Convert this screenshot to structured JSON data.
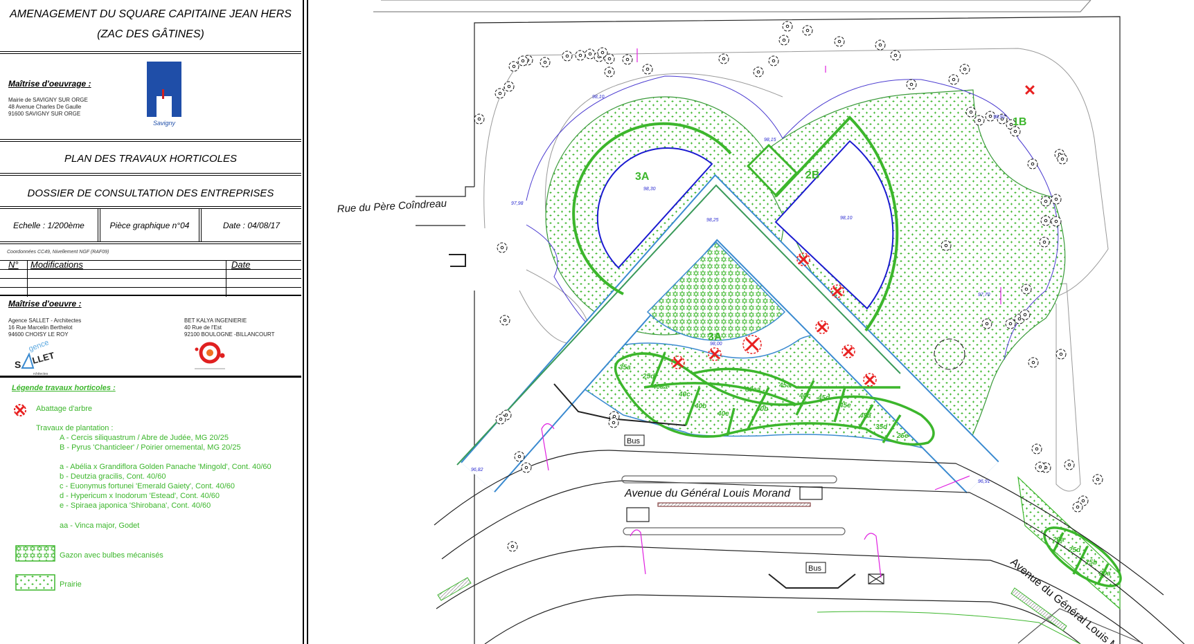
{
  "title_block": {
    "title_line1": "AMENAGEMENT DU SQUARE CAPITAINE JEAN HERS",
    "title_line2": "(ZAC DES GÂTINES)",
    "maitrise_ouvrage": {
      "heading": "Maîtrise d'oeuvrage :",
      "lines": [
        "Mairie de SAVIGNY SUR ORGE",
        "48 Avenue Charles De Gaulle",
        "91600 SAVIGNY SUR ORGE"
      ],
      "logo_text": "Savigny"
    },
    "plan_title": "PLAN DES TRAVAUX HORTICOLES",
    "dossier": "DOSSIER DE CONSULTATION DES ENTREPRISES",
    "echelle": "Echelle : 1/200ème",
    "piece": "Pièce graphique n°04",
    "date": "Date : 04/08/17",
    "coordinates": "Coordonnées CC49, Nivellement NGF (RAF09)",
    "modifications": {
      "col_no": "N°",
      "col_mod": "Modifications",
      "col_date": "Date"
    },
    "maitrise_oeuvre": {
      "heading": "Maîtrise d'oeuvre :",
      "agency": [
        "Agence SALLET - Architectes",
        "16 Rue Marcelin Berthelot",
        "94600 CHOISY LE ROY"
      ],
      "bet": [
        "BET KALYA INGENIERIE",
        "40 Rue de l'Est",
        "92100 BOULOGNE -BILLANCOURT"
      ],
      "agency_logo": "Agence SALLET Architectes",
      "bet_logo": "KALYA INGENIERIE"
    }
  },
  "legend": {
    "heading": "Légende travaux horticoles :",
    "abattage": "Abattage d'arbre",
    "plantation_heading": "Travaux de plantation :",
    "trees": [
      "A - Cercis siliquastrum / Abre de Judée, MG 20/25",
      "B - Pyrus 'Chanticleer' / Poirier ornemental, MG 20/25"
    ],
    "shrubs": [
      "a - Abélia x Grandiflora Golden Panache 'Mingold', Cont. 40/60",
      "b - Deutzia gracilis, Cont. 40/60",
      "c - Euonymus fortunei 'Emerald Gaiety', Cont. 40/60",
      "d - Hypericum x Inodorum 'Estead', Cont. 40/60",
      "e - Spiraea japonica 'Shirobana', Cont. 40/60"
    ],
    "vinca": "aa - Vinca major, Godet",
    "gazon": "Gazon avec bulbes mécanisés",
    "prairie": "Prairie"
  },
  "map": {
    "roads": [
      "Rue du Père Coîndreau",
      "Avenue du Général Louis Morand",
      "Avenue du Général Louis M"
    ],
    "zones": [
      "3A",
      "2B",
      "1B",
      "3A"
    ],
    "elevations": [
      "98,10",
      "97,98",
      "98,30",
      "98,25",
      "98,15",
      "98,10",
      "98,91",
      "97,70",
      "98,00",
      "96,82",
      "96,91"
    ],
    "beds": [
      "35a",
      "25d",
      "40aa",
      "40c",
      "40b",
      "40e",
      "80aa",
      "45a",
      "40c",
      "45d",
      "40b",
      "45e",
      "45a",
      "35d",
      "25e"
    ],
    "beds_right": [
      "20a",
      "25d",
      "25b",
      "20a"
    ],
    "bus": [
      "Bus",
      "Bus"
    ]
  },
  "colors": {
    "green": "#3cb62c",
    "blue": "#1a1ad0",
    "red": "#e82020",
    "path_blue": "#3a8ad0",
    "magenta": "#e020e0"
  }
}
